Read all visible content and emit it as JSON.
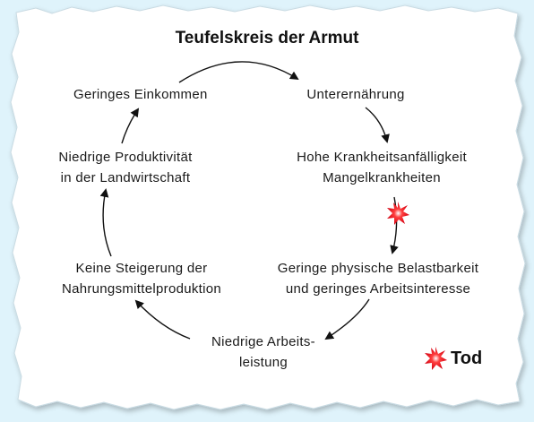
{
  "title": "Teufelskreis der Armut",
  "nodes": [
    {
      "id": "einkommen",
      "lines": [
        "Geringes Einkommen"
      ]
    },
    {
      "id": "unterernaehrung",
      "lines": [
        "Unterernährung"
      ]
    },
    {
      "id": "krankheit",
      "lines": [
        "Hohe Krankheitsanfälligkeit",
        "Mangelkrankheiten"
      ]
    },
    {
      "id": "belastbarkeit",
      "lines": [
        "Geringe physische Belastbarkeit",
        "und geringes Arbeitsinteresse"
      ]
    },
    {
      "id": "arbeitsleistung",
      "lines": [
        "Niedrige Arbeits-",
        "leistung"
      ]
    },
    {
      "id": "steigerung",
      "lines": [
        "Keine Steigerung der",
        "Nahrungsmittelproduktion"
      ]
    },
    {
      "id": "produktivitaet",
      "lines": [
        "Niedrige Produktivität",
        "in der Landwirtschaft"
      ]
    }
  ],
  "legend": {
    "icon": "red-star-icon",
    "label": "Tod"
  },
  "colors": {
    "background": "#dff3fb",
    "paper": "#ffffff",
    "text": "#1a1a1a",
    "star": "#e8101a",
    "torn_edge": "#ffffff"
  }
}
